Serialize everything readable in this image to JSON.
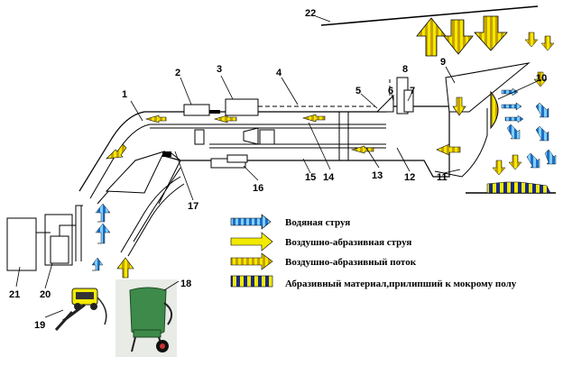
{
  "labels": {
    "n1": "1",
    "n2": "2",
    "n3": "3",
    "n4": "4",
    "n5": "5",
    "n6": "6",
    "n7": "7",
    "n8": "8",
    "n9": "9",
    "n10": "10",
    "n11": "11",
    "n12": "12",
    "n13": "13",
    "n14": "14",
    "n15": "15",
    "n16": "16",
    "n17": "17",
    "n18": "18",
    "n19": "19",
    "n20": "20",
    "n21": "21",
    "n22": "22"
  },
  "legend": {
    "water_jet": "Водяная струя",
    "air_abrasive_jet": "Воздушно-абразивная  струя",
    "air_abrasive_flow": "Воздушно-абразивный поток",
    "wet_abrasive": "Абразивный материал,прилипший к мокрому полу"
  },
  "colors": {
    "water": "#1f6fc4",
    "jet": "#f2ea00",
    "flow": "#f2c200",
    "material_blue": "#1a2a8a",
    "material_yellow": "#f2ea00",
    "machine_green": "#3d8a4a"
  }
}
